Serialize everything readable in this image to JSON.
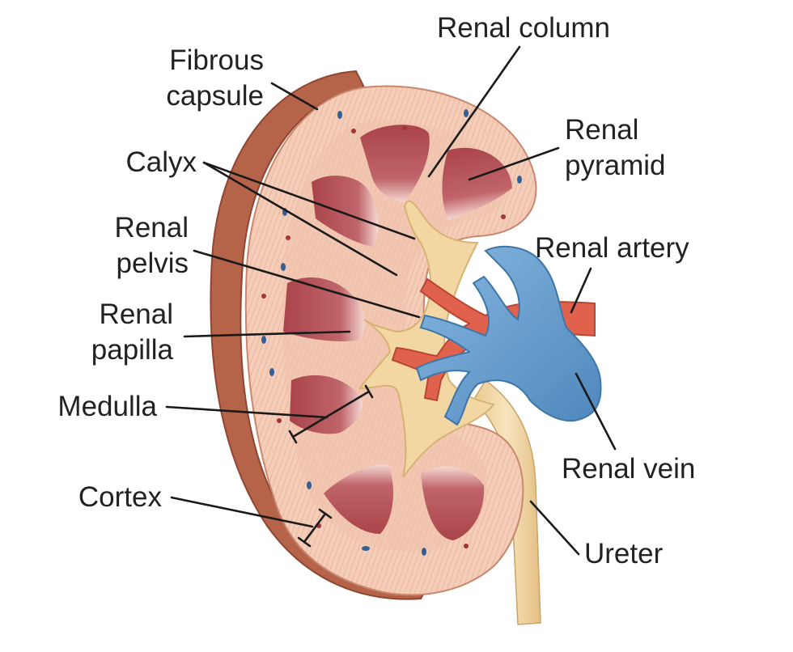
{
  "labels": {
    "fibrous_capsule": [
      "Fibrous",
      "capsule"
    ],
    "calyx": "Calyx",
    "renal_pelvis": [
      "Renal",
      "pelvis"
    ],
    "renal_papilla": [
      "Renal",
      "papilla"
    ],
    "medulla": "Medulla",
    "cortex": "Cortex",
    "renal_column": "Renal column",
    "renal_pyramid": [
      "Renal",
      "pyramid"
    ],
    "renal_artery": "Renal artery",
    "renal_vein": "Renal vein",
    "ureter": "Ureter"
  },
  "colors": {
    "capsule": "#b8664a",
    "capsule_dark": "#8f4531",
    "cortex": "#f3c9b4",
    "cortex_lines": "#e3a28a",
    "pyramid": "#b8585a",
    "pyramid_light": "#f6dcd6",
    "pelvis": "#f2d9a6",
    "pelvis_edge": "#d9b773",
    "artery": "#e2634f",
    "vein": "#6aa0cf",
    "vein_edge": "#3e76a8",
    "ureter": "#f1d8a6",
    "dots_red": "#a3343a",
    "dots_blue": "#345f94"
  }
}
